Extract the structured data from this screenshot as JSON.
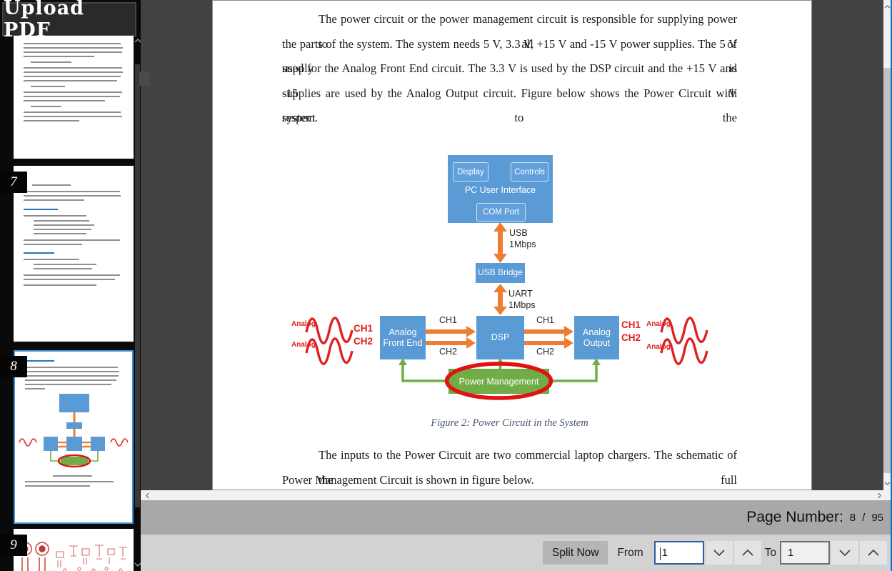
{
  "sidebar": {
    "upload_button_label": "Upload PDF",
    "thumbnails": [
      {
        "number": "",
        "selected": false
      },
      {
        "number": "7",
        "selected": false
      },
      {
        "number": "8",
        "selected": true
      },
      {
        "number": "9",
        "selected": false
      }
    ]
  },
  "document": {
    "paragraph1_lines": [
      "The power circuit or the power management circuit is responsible for supplying power to all of",
      "the parts of the system. The system needs 5 V, 3.3 V, +15 V and -15 V power supplies. The 5 V supply is",
      "used for the Analog Front End circuit. The 3.3 V is used by the DSP circuit and the +15 V and -15 V",
      "supplies are used by the Analog Output circuit. Figure below shows the Power Circuit with respect to the",
      "system."
    ],
    "figure_caption": "Figure 2: Power Circuit in the System",
    "paragraph2_lines": [
      "The inputs to the Power Circuit are two commercial laptop chargers. The schematic of the full",
      "Power Management Circuit is shown in figure below."
    ]
  },
  "diagram": {
    "pc_user_interface_label": "PC User Interface",
    "display_label": "Display",
    "controls_label": "Controls",
    "com_port_label": "COM Port",
    "usb_link_type": "USB",
    "usb_link_rate": "1Mbps",
    "usb_bridge_label": "USB Bridge",
    "uart_link_type": "UART",
    "uart_link_rate": "1Mbps",
    "analog_front_end_label": "Analog Front End",
    "dsp_label": "DSP",
    "analog_output_label": "Analog Output",
    "power_management_label": "Power Management",
    "ch1_label": "CH1",
    "ch2_label": "CH2",
    "analog_label": "Analog",
    "colors": {
      "box_blue": "#5B9BD5",
      "arrow_orange": "#ED7D31",
      "line_green": "#70AD47",
      "signal_red": "#DF2020",
      "highlight_ring_red": "#E01212",
      "caption_blue": "#44546A"
    }
  },
  "status_bar": {
    "page_number_label": "Page Number:",
    "current_page": "8",
    "page_separator": "/",
    "total_pages": "95"
  },
  "control_bar": {
    "split_button_label": "Split Now",
    "from_label": "From",
    "from_value": "1",
    "to_label": "To",
    "to_value": "1"
  },
  "ui_colors": {
    "accent": "#0078d7",
    "viewer_background": "#424242",
    "sidebar_background": "#0a0a0a",
    "status_bar_background": "#a8a8a8",
    "control_bar_background": "#d2d2d2"
  }
}
